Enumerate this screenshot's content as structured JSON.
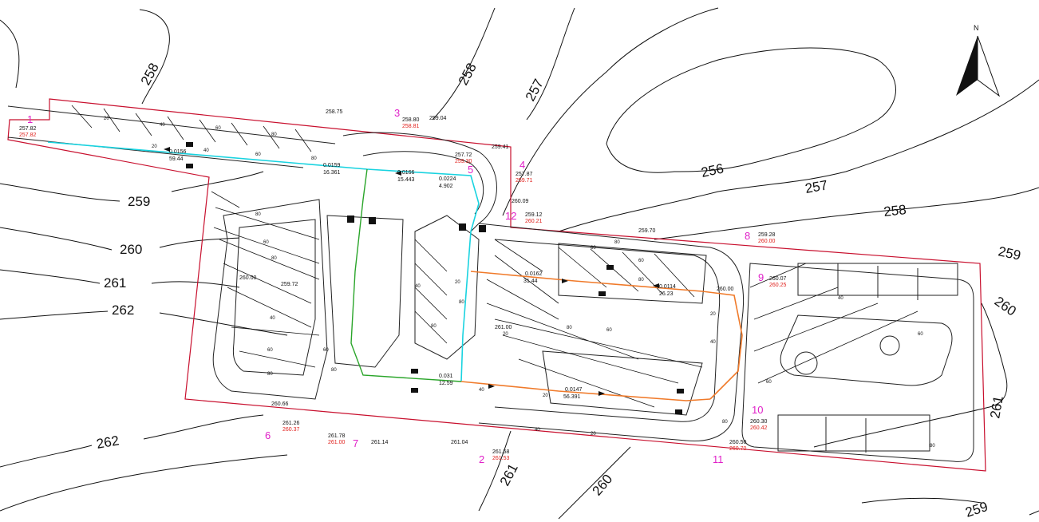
{
  "north_label": "N",
  "contour_labels": {
    "c258_top": "258",
    "c258_mid": "258",
    "c257_top": "257",
    "c256": "256",
    "c257_right": "257",
    "c258_right": "258",
    "c259_left": "259",
    "c260_left": "260",
    "c261_left": "261",
    "c262_left": "262",
    "c262_bottom": "262",
    "c261_bottom": "261",
    "c260_bottom": "260",
    "c259_br": "259",
    "c259_right": "259",
    "c260_right": "260",
    "c261_right": "261"
  },
  "points": [
    {
      "num": "1",
      "black": "257.82",
      "red": "257.82"
    },
    {
      "num": "2",
      "black": "261.58",
      "red": "261.53"
    },
    {
      "num": "3",
      "black": "258.80",
      "red": "258.81"
    },
    {
      "num": "4",
      "black": "257.87",
      "red": "259.71"
    },
    {
      "num": "5",
      "black": "257.72",
      "red": "259.30"
    },
    {
      "num": "6",
      "black": "261.26",
      "red": "260.37"
    },
    {
      "num": "7",
      "black": "261.78",
      "red": "261.00"
    },
    {
      "num": "8",
      "black": "259.28",
      "red": "260.00"
    },
    {
      "num": "9",
      "black": "260.07",
      "red": "260.25"
    },
    {
      "num": "10",
      "black": "260.30",
      "red": "260.42"
    },
    {
      "num": "11",
      "black": "260.50",
      "red": "260.70"
    },
    {
      "num": "12",
      "black": "259.12",
      "red": "260.21"
    }
  ],
  "spot_elevations": {
    "e25875": "258.75",
    "e25904": "259.04",
    "e25941": "259.41",
    "e26009": "260.09",
    "e25970": "259.70",
    "e25972": "259.72",
    "e26066": "260.66",
    "e26114": "261.14",
    "e26104": "261.04",
    "e26000a": "260.00",
    "e26100": "261.00",
    "e26000b": "260.00"
  },
  "slope_labels": [
    {
      "slope": "0.0156",
      "len": "59.44"
    },
    {
      "slope": "0.0159",
      "len": "16.361"
    },
    {
      "slope": "0.0166",
      "len": "15.443"
    },
    {
      "slope": "0.0224",
      "len": "4.902"
    },
    {
      "slope": "0.0162",
      "len": "31.44"
    },
    {
      "slope": "0.0114",
      "len": "26.23"
    },
    {
      "slope": "0.031",
      "len": "12.59"
    },
    {
      "slope": "0.0147",
      "len": "56.391"
    }
  ],
  "grade_marks": [
    "20",
    "40",
    "60",
    "80"
  ]
}
